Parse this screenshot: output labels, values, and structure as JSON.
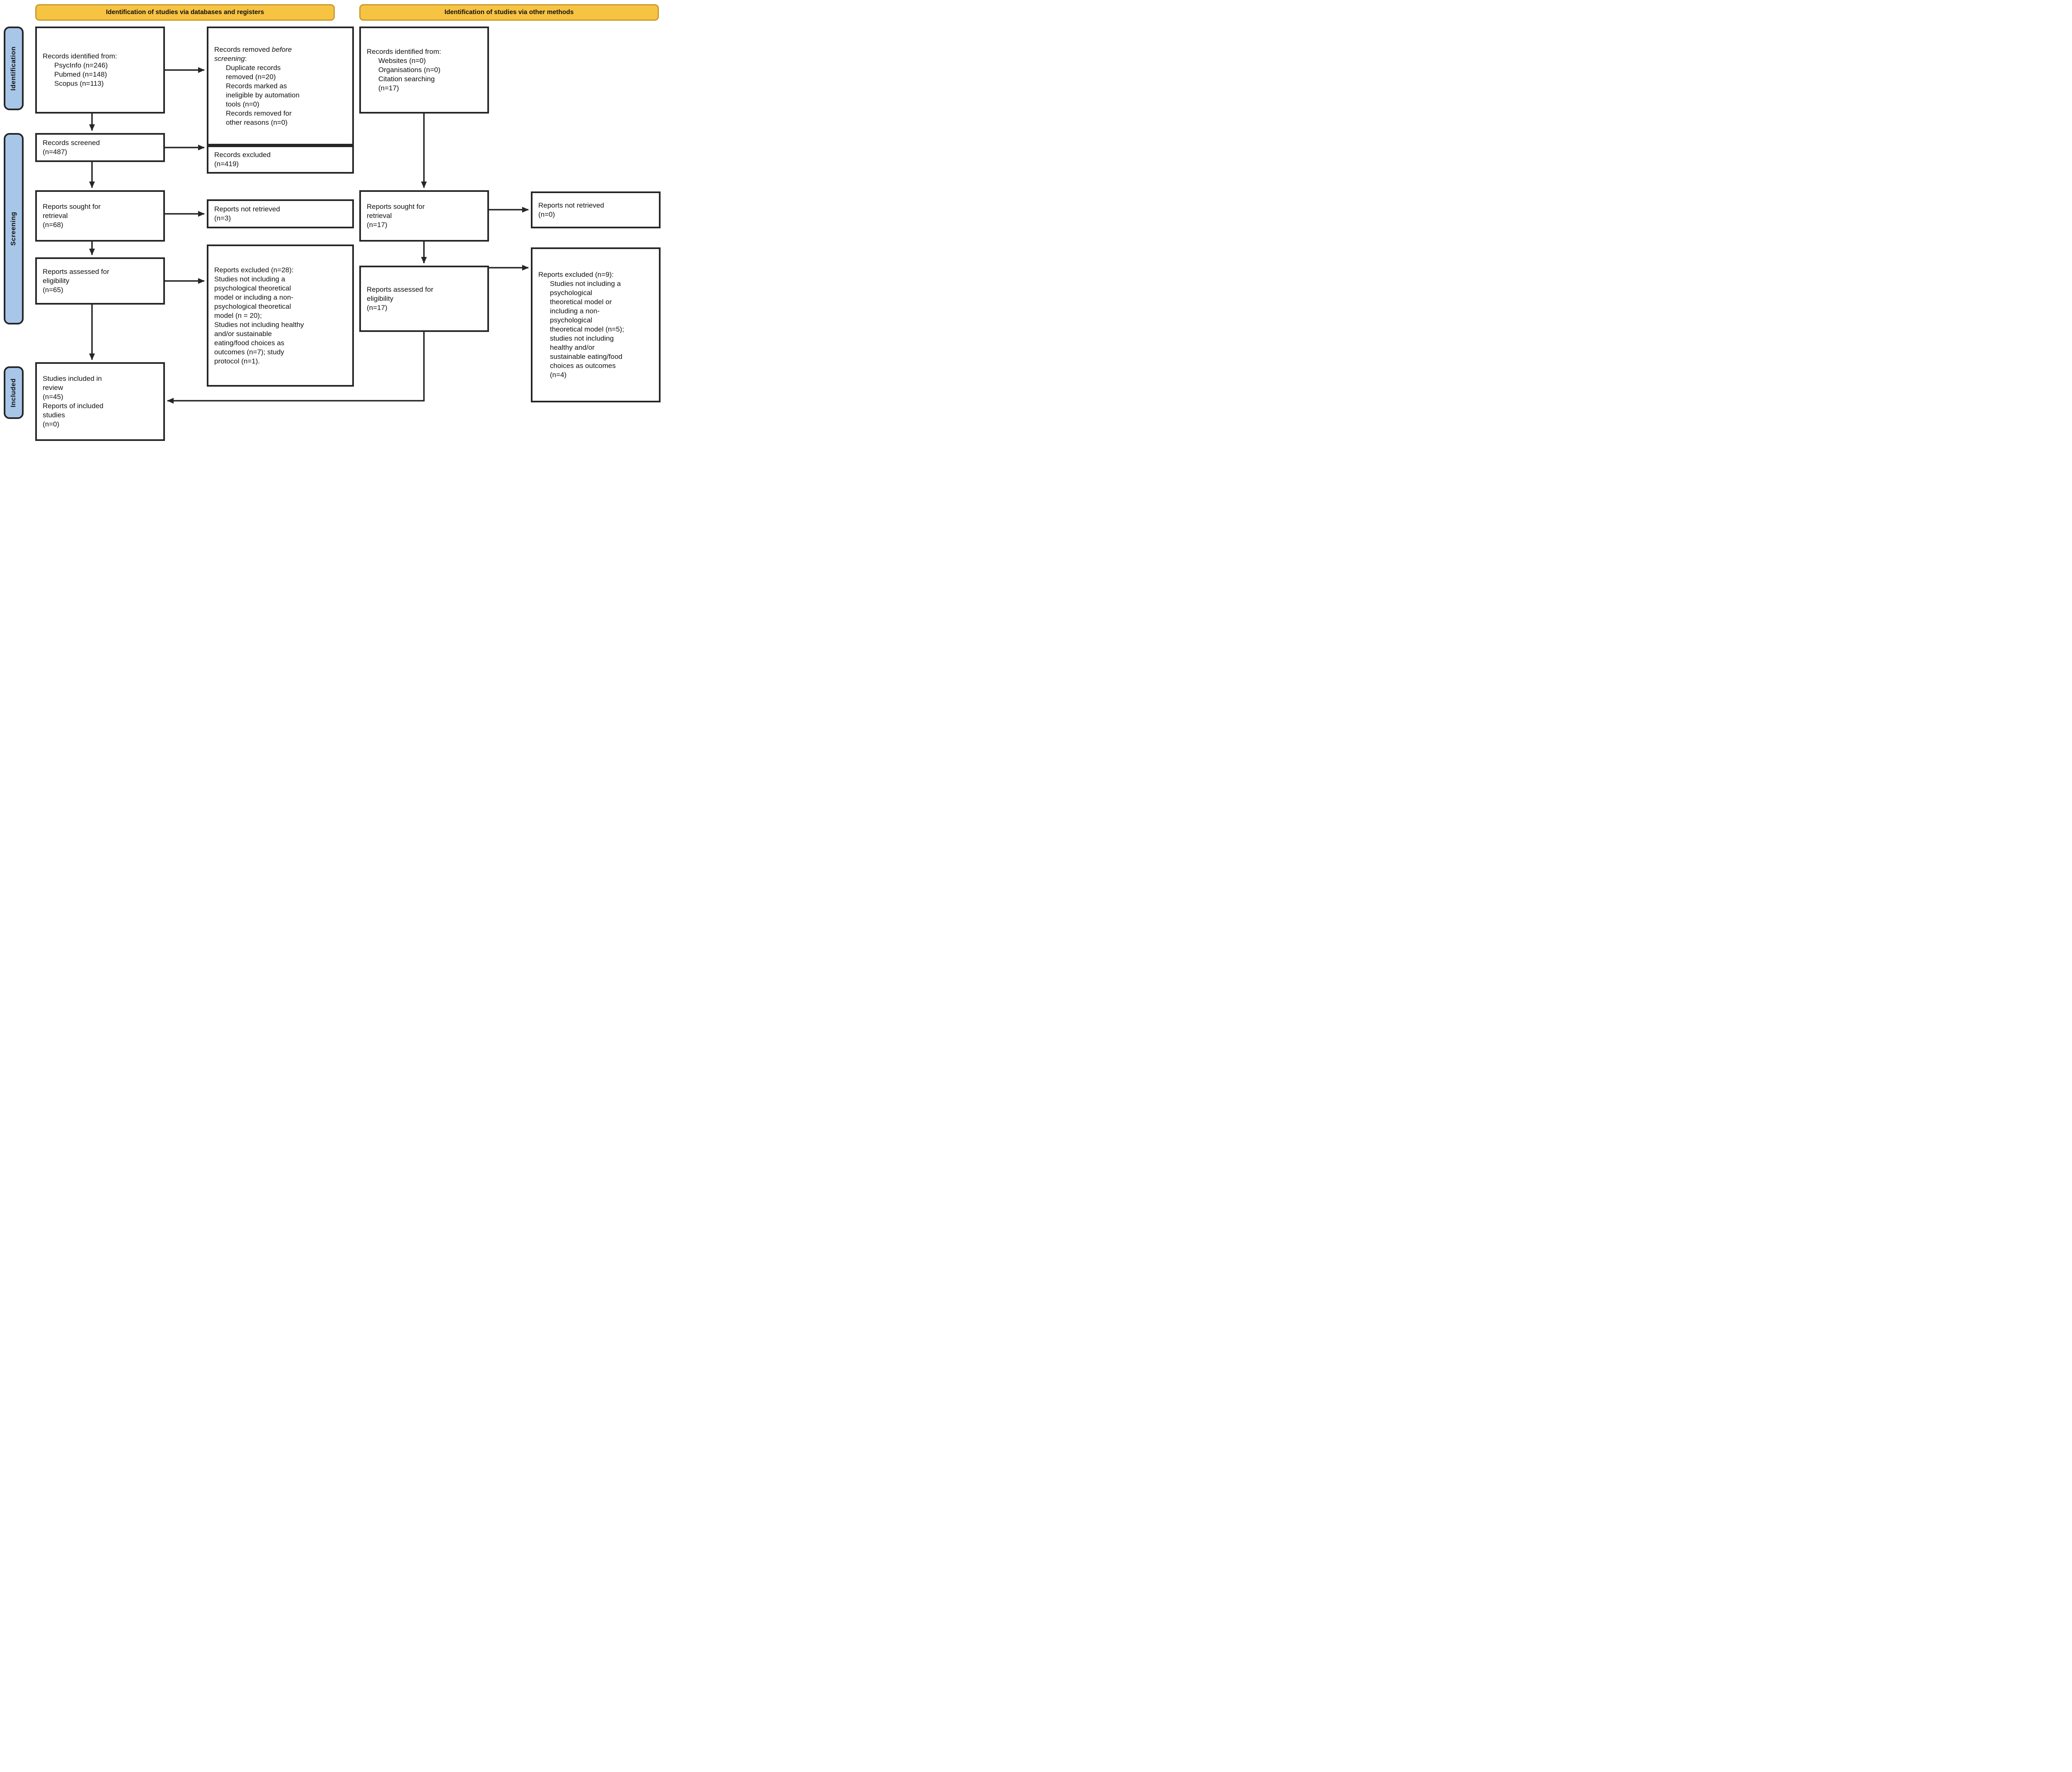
{
  "colors": {
    "banner_fill": "#F7C343",
    "banner_border": "#C9992E",
    "stage_fill": "#A8C6E8",
    "line_color": "#262626",
    "text_color": "#111111",
    "bg": "#FFFFFF"
  },
  "banners": {
    "databases": "Identification of studies via databases and registers",
    "other_methods": "Identification of studies via other methods"
  },
  "stages": {
    "identification": "Identification",
    "screening": "Screening",
    "included": "Included"
  },
  "boxes": {
    "db_records_identified": {
      "lines": [
        "Records identified from:",
        "PsycInfo (n=246)",
        "Pubmed (n=148)",
        "Scopus (n=113)"
      ]
    },
    "records_removed": {
      "title_l1_roman": "Records removed ",
      "title_l1_italic": "before",
      "title_l2_italic": "screening",
      "title_l2_suffix": ":",
      "items": [
        "Duplicate records",
        "removed (n=20)",
        "Records marked as",
        "ineligible by automation",
        "tools (n=0)",
        "Records removed for",
        "other reasons (n=0)"
      ]
    },
    "other_records_identified": {
      "lines": [
        "Records identified from:",
        "Websites (n=0)",
        "Organisations (n=0)",
        "Citation searching",
        "(n=17)"
      ]
    },
    "records_screened": {
      "lines": [
        "Records screened",
        "(n=487)"
      ]
    },
    "records_excluded": {
      "lines": [
        "Records excluded",
        "(n=419)"
      ]
    },
    "db_reports_sought": {
      "lines": [
        "Reports sought for",
        "retrieval",
        "(n=68)"
      ]
    },
    "db_reports_not_retrieved": {
      "lines": [
        "Reports not retrieved",
        "(n=3)"
      ]
    },
    "db_reports_assessed": {
      "lines": [
        "Reports assessed for",
        "eligibility",
        "(n=65)"
      ]
    },
    "db_reports_excluded": {
      "lines": [
        "Reports excluded (n=28):",
        "Studies not including a",
        "psychological theoretical",
        "model or including a non-",
        "psychological theoretical",
        "model (n = 20);",
        "Studies not including healthy",
        "and/or sustainable",
        "eating/food choices as",
        "outcomes (n=7); study",
        "protocol (n=1)."
      ]
    },
    "studies_included": {
      "lines": [
        "Studies included in",
        "review",
        "(n=45)",
        "Reports of included",
        "studies",
        "(n=0)"
      ]
    },
    "other_reports_sought": {
      "lines": [
        "Reports sought for",
        "retrieval",
        "(n=17)"
      ]
    },
    "other_reports_not_retrieved": {
      "lines": [
        "Reports not retrieved",
        "(n=0)"
      ]
    },
    "other_reports_assessed": {
      "lines": [
        "Reports assessed for",
        "eligibility",
        "(n=17)"
      ]
    },
    "other_reports_excluded": {
      "title": "Reports excluded (n=9):",
      "items": [
        "Studies not including a",
        "psychological",
        "theoretical model or",
        "including a non-",
        "psychological",
        "theoretical model (n=5);",
        "studies not including",
        "healthy and/or",
        "sustainable eating/food",
        "choices as outcomes",
        "(n=4)"
      ]
    }
  }
}
